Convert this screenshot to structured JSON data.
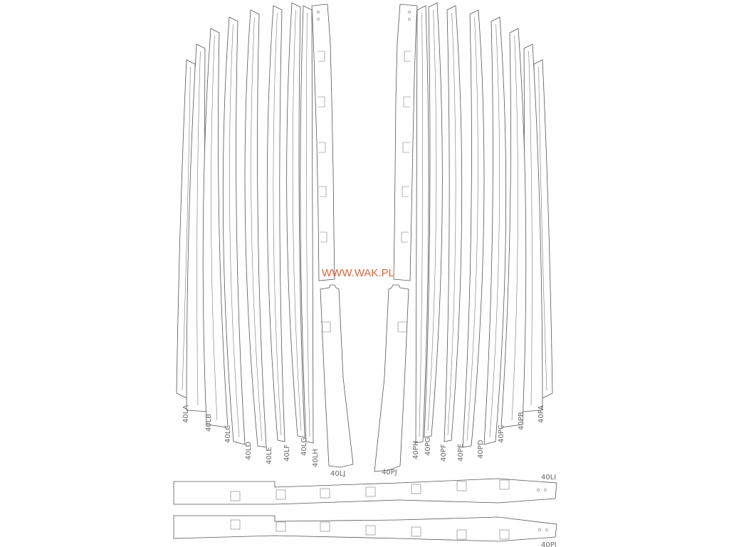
{
  "watermark": "WWW.WAK.PL",
  "colors": {
    "outline": "#555555",
    "watermark": "#e0643a",
    "background": "#ffffff"
  },
  "left_labels": [
    "40LA",
    "40LB",
    "40LC",
    "40LD",
    "40LE",
    "40LF",
    "40LG",
    "40LH"
  ],
  "left_spine_label": "40LJ",
  "right_labels": [
    "40PH",
    "40PG",
    "40PF",
    "40PE",
    "40PD",
    "40PC",
    "40PB",
    "40PA"
  ],
  "right_spine_label": "40PJ",
  "strip_labels": {
    "top": "40LI",
    "bottom": "40PI"
  }
}
